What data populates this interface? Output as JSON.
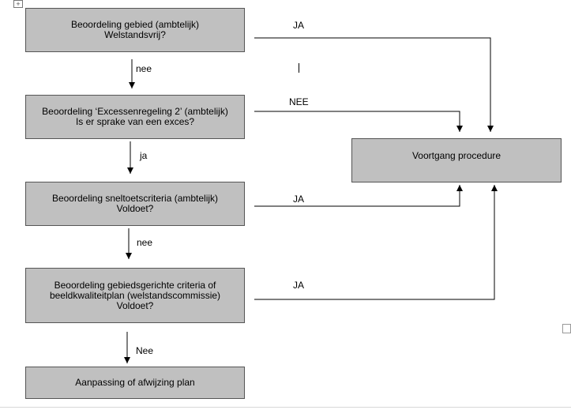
{
  "icons": {
    "table_move_handle": "move-icon"
  },
  "colors": {
    "box_fill": "#c0c0c0",
    "box_border": "#555555",
    "line": "#000000"
  },
  "boxes": [
    {
      "lines": [
        "Beoordeling gebied (ambtelijk)",
        "Welstandsvrij?"
      ]
    },
    {
      "lines": [
        "Beoordeling ‘Excessenregeling 2’ (ambtelijk)",
        "Is er sprake van een exces?"
      ]
    },
    {
      "lines": [
        "Beoordeling sneltoetscriteria (ambtelijk)",
        "Voldoet?"
      ]
    },
    {
      "lines": [
        "Beoordeling gebiedsgerichte criteria of",
        "beeldkwaliteitplan (welstandscommissie)",
        "Voldoet?"
      ]
    },
    {
      "lines": [
        "Aanpassing of afwijzing plan"
      ]
    },
    {
      "lines": [
        "Voortgang procedure"
      ]
    }
  ],
  "down_labels": [
    "nee",
    "ja",
    "nee",
    "Nee"
  ],
  "side_labels": [
    "JA",
    "NEE",
    "JA",
    "JA"
  ]
}
